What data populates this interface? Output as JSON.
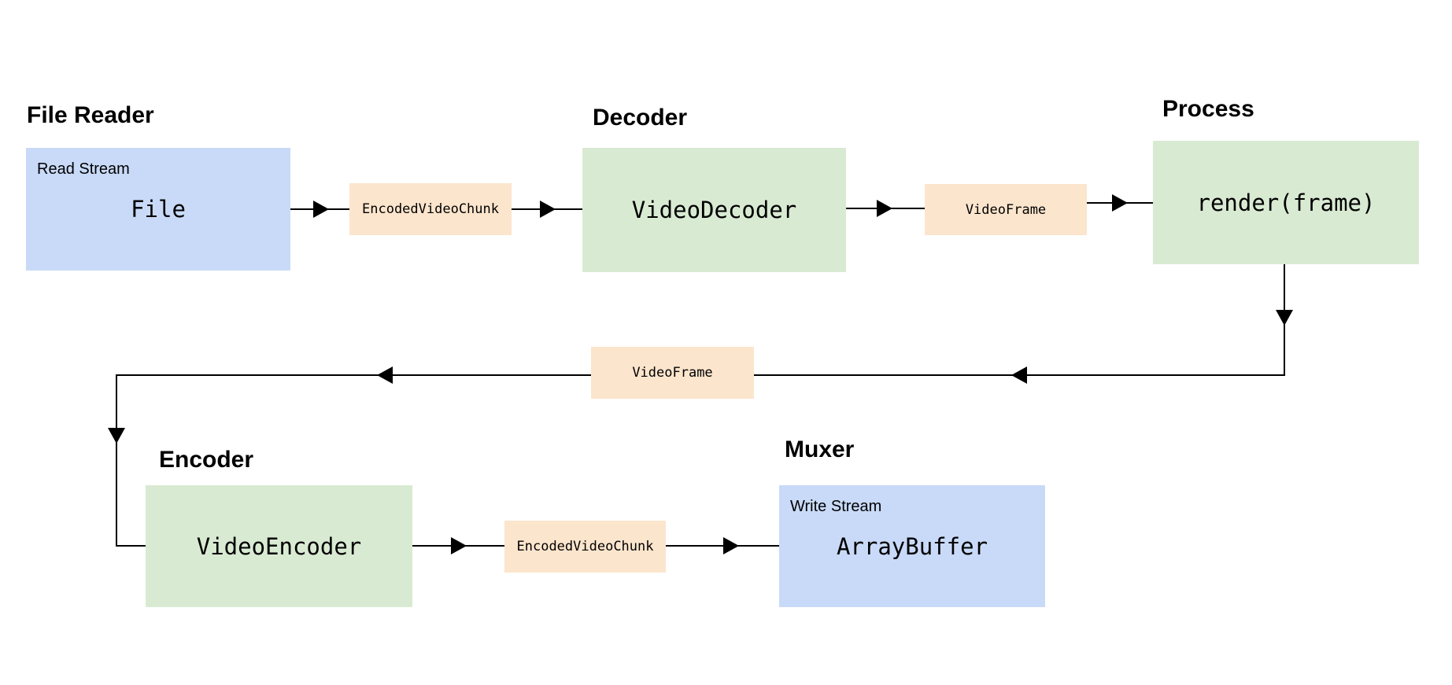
{
  "diagram": {
    "titles": {
      "file_reader": "File Reader",
      "decoder": "Decoder",
      "process": "Process",
      "encoder": "Encoder",
      "muxer": "Muxer"
    },
    "nodes": {
      "file": {
        "stream_label": "Read Stream",
        "label": "File",
        "color": "#c9daf8"
      },
      "encoded_video_chunk_top": {
        "label": "EncodedVideoChunk",
        "color": "#fce5cd"
      },
      "video_decoder": {
        "label": "VideoDecoder",
        "color": "#d9ead3"
      },
      "video_frame_top": {
        "label": "VideoFrame",
        "color": "#fce5cd"
      },
      "render_frame": {
        "label": "render(frame)",
        "color": "#d9ead3"
      },
      "video_frame_return": {
        "label": "VideoFrame",
        "color": "#fce5cd"
      },
      "video_encoder": {
        "label": "VideoEncoder",
        "color": "#d9ead3"
      },
      "encoded_video_chunk_bottom": {
        "label": "EncodedVideoChunk",
        "color": "#fce5cd"
      },
      "array_buffer": {
        "stream_label": "Write Stream",
        "label": "ArrayBuffer",
        "color": "#c9daf8"
      }
    },
    "colors": {
      "background": "#ffffff",
      "arrow": "#000000",
      "text": "#000000"
    }
  }
}
